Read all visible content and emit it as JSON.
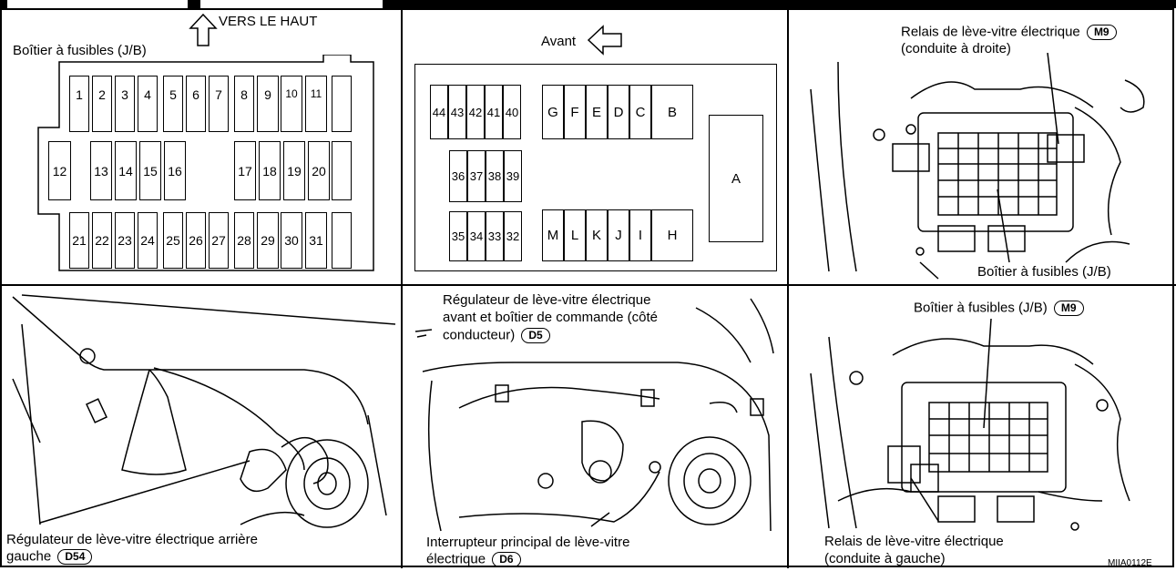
{
  "panel1": {
    "up_label": "VERS LE HAUT",
    "title": "Boîtier à fusibles (J/B)",
    "row1": [
      "1",
      "2",
      "3",
      "4",
      "5",
      "6",
      "7",
      "8",
      "9",
      "10",
      "11",
      ""
    ],
    "row2_left": [
      "12"
    ],
    "row2_mid": [
      "13",
      "14",
      "15",
      "16"
    ],
    "row2_right": [
      "17",
      "18",
      "19",
      "20",
      ""
    ],
    "row3": [
      "21",
      "22",
      "23",
      "24",
      "25",
      "26",
      "27",
      "28",
      "29",
      "30",
      "31",
      ""
    ]
  },
  "panel2": {
    "front_label": "Avant",
    "group_40": [
      "44",
      "43",
      "42",
      "41",
      "40"
    ],
    "group_36": [
      "36",
      "37",
      "38",
      "39"
    ],
    "group_32": [
      "35",
      "34",
      "33",
      "32"
    ],
    "letters_top": [
      "G",
      "F",
      "E",
      "D",
      "C",
      "B"
    ],
    "letters_bottom": [
      "M",
      "L",
      "K",
      "J",
      "I",
      "H"
    ],
    "big_block": "A"
  },
  "panel3": {
    "label_top_line1": "Relais de lève-vitre électrique",
    "label_top_line2": "(conduite à droite)",
    "connector": "M9",
    "label_bottom": "Boîtier à fusibles (J/B)"
  },
  "panel4": {
    "label_line1": "Régulateur de lève-vitre électrique arrière",
    "label_line2": "gauche",
    "connector": "D54"
  },
  "panel5": {
    "label_top_line1": "Régulateur de lève-vitre électrique",
    "label_top_line2": "avant et boîtier de commande (côté",
    "label_top_line3": "conducteur)",
    "connector_top": "D5",
    "label_bottom_line1": "Interrupteur principal de lève-vitre",
    "label_bottom_line2": "électrique",
    "connector_bottom": "D6"
  },
  "panel6": {
    "label_top": "Boîtier à fusibles (J/B)",
    "connector": "M9",
    "label_bottom_line1": "Relais de lève-vitre électrique",
    "label_bottom_line2": "(conduite à gauche)",
    "figure_code": "MIIA0112E"
  }
}
